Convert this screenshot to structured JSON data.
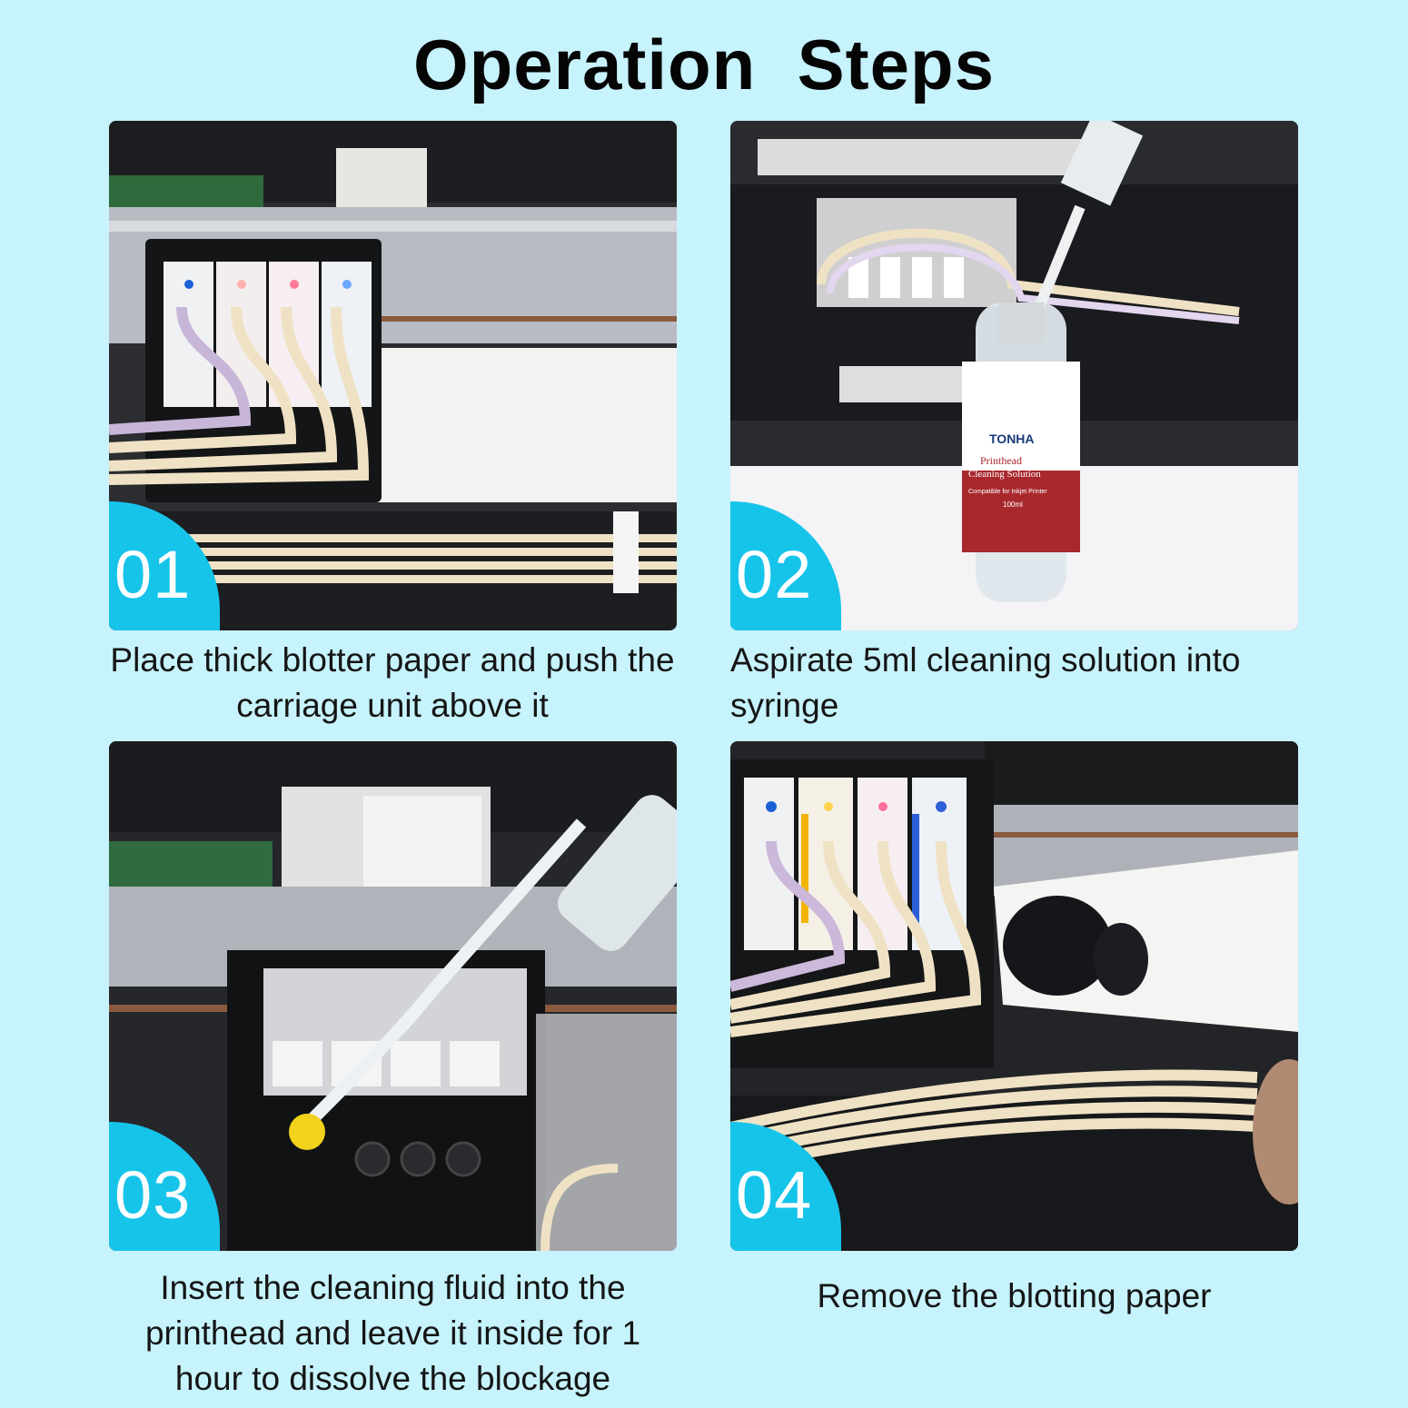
{
  "title": "Operation  Steps",
  "steps": [
    {
      "number": "01",
      "caption": "Place thick blotter paper and push the carriage unit above it"
    },
    {
      "number": "02",
      "caption": "Aspirate 5ml cleaning solution into syringe"
    },
    {
      "number": "03",
      "caption": "Insert the cleaning fluid into the printhead and leave it inside for 1 hour to dissolve the blockage"
    },
    {
      "number": "04",
      "caption": "Remove the blotting paper"
    }
  ],
  "bottle_label": {
    "brand": "TONHA",
    "product_line1": "Printhead",
    "product_line2": "Cleaning Solution",
    "compat": "Compatible for Inkjet Printer",
    "volume": "100ml"
  },
  "colors": {
    "background": "#c6f3fc",
    "badge": "#16c4ea",
    "tube": "#efe2c4"
  }
}
